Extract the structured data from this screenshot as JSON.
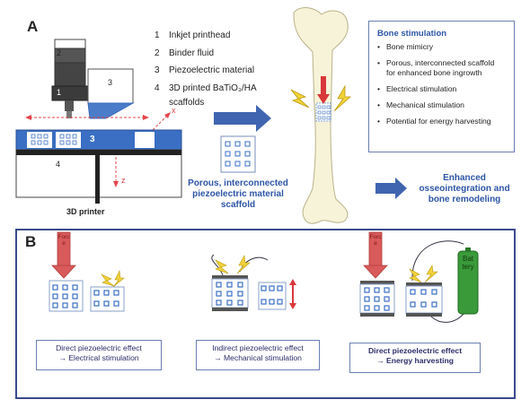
{
  "panel_a": {
    "label": "A",
    "legend": [
      {
        "num": "1",
        "text": "Inkjet printhead"
      },
      {
        "num": "2",
        "text": "Binder fluid"
      },
      {
        "num": "3",
        "text": "Piezoelectric material"
      },
      {
        "num": "4",
        "text": "3D printed BaTiO₃/HA"
      },
      {
        "num": "",
        "text": "scaffolds"
      }
    ],
    "printer_numbers": {
      "n1": "1",
      "n2": "2",
      "n3": "3",
      "n3b": "3",
      "n4": "4"
    },
    "axis_labels": {
      "x": "x",
      "z": "z"
    },
    "printer_caption": "3D printer",
    "scaffold_caption": [
      "Porous, interconnected",
      "piezoelectric material",
      "scaffold"
    ],
    "bone_stimulation": {
      "title": "Bone stimulation",
      "items": [
        [
          "Bone mimicry"
        ],
        [
          "Porous, interconnected scaffold",
          "for enhanced bone ingrowth"
        ],
        [
          "Electrical stimulation"
        ],
        [
          "Mechanical stimulation"
        ],
        [
          "Potential for energy harvesting"
        ]
      ]
    },
    "outcome": [
      "Enhanced",
      "osseointegration and",
      "bone remodeling"
    ]
  },
  "panel_b": {
    "label": "B",
    "force_label": "Force",
    "battery_label": "Battery",
    "captions": [
      {
        "line1": "Direct piezoelectric effect",
        "line2": "→ Electrical stimulation"
      },
      {
        "line1": "Indirect piezoelectric effect",
        "line2": "→ Mechanical stimulation"
      },
      {
        "line1": "Direct piezoelectric effect",
        "line2": "→ Energy harvesting"
      }
    ]
  },
  "colors": {
    "accent_blue": "#2d55a6",
    "tile_blue": "#3a6fc4",
    "arrow_blue": "#3f65b0",
    "force_red": "#d95a5a",
    "battery_green": "#3a9a3a",
    "lightning_yellow": "#f2d23a",
    "panel_border": "#3a4a8f"
  }
}
